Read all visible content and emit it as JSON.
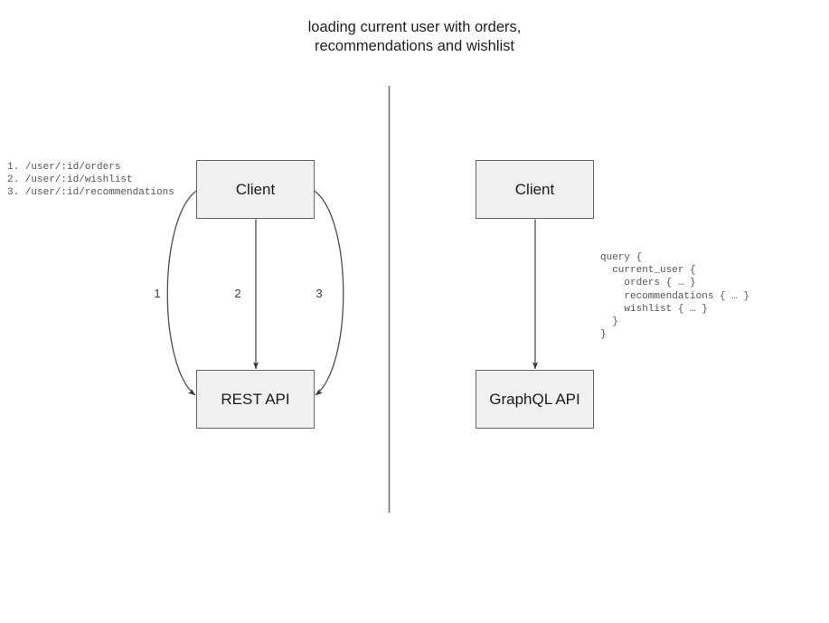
{
  "title": "loading current user with orders,\nrecommendations and wishlist",
  "divider": {
    "name": "vertical-divider",
    "color": "#707070"
  },
  "left_panel": {
    "name": "rest-approach",
    "nodes": {
      "client": "Client",
      "api": "REST API"
    },
    "connector_labels": [
      "1",
      "2",
      "3"
    ],
    "endpoints": "1. /user/:id/orders\n2. /user/:id/wishlist\n3. /user/:id/recommendations"
  },
  "right_panel": {
    "name": "graphql-approach",
    "nodes": {
      "client": "Client",
      "api": "GraphQL API"
    },
    "query": "query {\n  current_user {\n    orders { … }\n    recommendations { … }\n    wishlist { … }\n  }\n}"
  },
  "colors": {
    "node_fill": "#f0f0f0",
    "node_border": "#666666",
    "wire": "#4d4d4d",
    "text": "#1a1a1a",
    "code_text": "#555555"
  }
}
